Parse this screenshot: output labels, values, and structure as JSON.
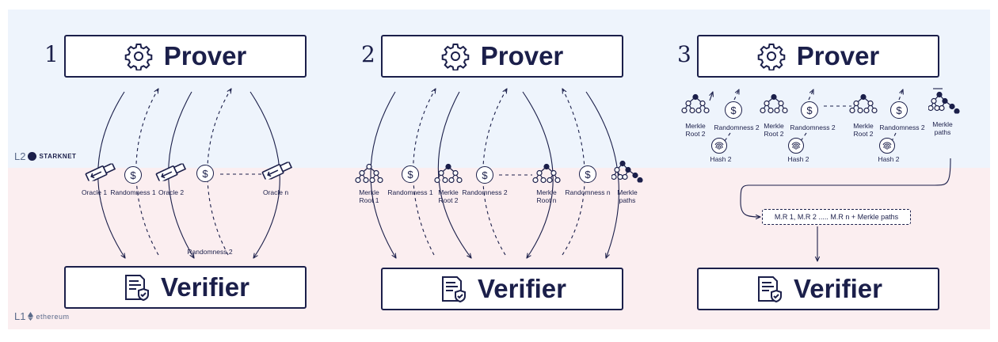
{
  "layers": {
    "l2": {
      "label": "L2",
      "brand": "STARKNET"
    },
    "l1": {
      "label": "L1",
      "brand": "ethereum"
    }
  },
  "colors": {
    "ink": "#1b1f4a",
    "l2_bg": "#eef4fc",
    "l1_bg": "#fbeef0"
  },
  "panels": [
    {
      "number": "1",
      "prover": {
        "label": "Prover",
        "icon": "gear-icon"
      },
      "verifier": {
        "label": "Verifier",
        "icon": "document-shield-icon"
      },
      "items": [
        {
          "kind": "usb",
          "label": "Oracle 1"
        },
        {
          "kind": "coin",
          "label": "Randomness 1"
        },
        {
          "kind": "usb",
          "label": "Oracle 2"
        },
        {
          "kind": "coin",
          "label": ""
        },
        {
          "kind": "usb",
          "label": "Oracle n"
        }
      ],
      "arrow_label": "Randomness 2"
    },
    {
      "number": "2",
      "prover": {
        "label": "Prover",
        "icon": "gear-icon"
      },
      "verifier": {
        "label": "Verifier",
        "icon": "document-shield-icon"
      },
      "items": [
        {
          "kind": "tree",
          "label": "Merkle\nRoot 1"
        },
        {
          "kind": "coin",
          "label": "Randomness 1"
        },
        {
          "kind": "tree",
          "label": "Merkle\nRoot 2"
        },
        {
          "kind": "coin",
          "label": "Randomness 2"
        },
        {
          "kind": "tree",
          "label": "Merkle\nRoot n"
        },
        {
          "kind": "coin",
          "label": "Randomness n"
        },
        {
          "kind": "tree-path",
          "label": "Merkle\npaths"
        }
      ]
    },
    {
      "number": "3",
      "prover": {
        "label": "Prover",
        "icon": "gear-icon"
      },
      "verifier": {
        "label": "Verifier",
        "icon": "document-shield-icon"
      },
      "groups": [
        {
          "tree_label": "Merkle\nRoot 2",
          "coin_label": "Randomness 2",
          "hash_label": "Hash 2"
        },
        {
          "tree_label": "Merkle\nRoot 2",
          "coin_label": "Randomness 2",
          "hash_label": "Hash 2"
        },
        {
          "tree_label": "Merkle\nRoot 2",
          "coin_label": "Randomness 2",
          "hash_label": "Hash 2"
        }
      ],
      "paths_label": "Merkle\npaths",
      "summary": "M.R 1, M.R 2 ..... M.R n + Merkle paths"
    }
  ]
}
